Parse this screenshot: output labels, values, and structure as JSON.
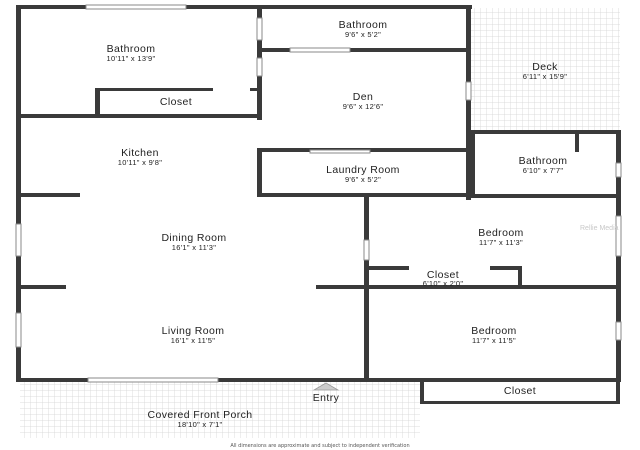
{
  "rooms": [
    {
      "name": "Bathroom",
      "dims": "10'11\" x 13'9\""
    },
    {
      "name": "Bathroom",
      "dims": "9'6\" x 5'2\""
    },
    {
      "name": "Deck",
      "dims": "6'11\" x 15'9\""
    },
    {
      "name": "Den",
      "dims": "9'6\" x 12'6\""
    },
    {
      "name": "Closet",
      "dims": ""
    },
    {
      "name": "Kitchen",
      "dims": "10'11\" x 9'8\""
    },
    {
      "name": "Laundry Room",
      "dims": "9'6\" x 5'2\""
    },
    {
      "name": "Bathroom",
      "dims": "6'10\" x 7'7\""
    },
    {
      "name": "Dining Room",
      "dims": "16'1\" x 11'3\""
    },
    {
      "name": "Bedroom",
      "dims": "11'7\" x 11'3\""
    },
    {
      "name": "Closet",
      "dims": "6'10\" x 2'0\""
    },
    {
      "name": "Living Room",
      "dims": "16'1\" x 11'5\""
    },
    {
      "name": "Bedroom",
      "dims": "11'7\" x 11'5\""
    },
    {
      "name": "Entry",
      "dims": ""
    },
    {
      "name": "Closet",
      "dims": ""
    },
    {
      "name": "Covered Front Porch",
      "dims": "18'10\" x 7'1\""
    }
  ],
  "disclaimer": "All dimensions are approximate and subject to independent verification",
  "watermark": "Rellie Media"
}
